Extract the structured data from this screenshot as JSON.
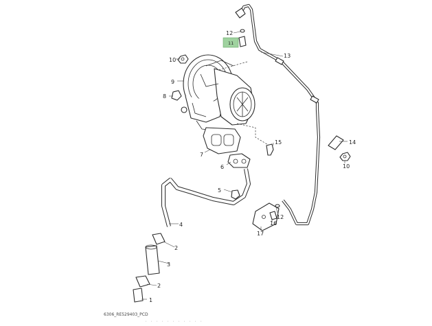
{
  "diagram": {
    "callouts": [
      "1",
      "2",
      "2",
      "3",
      "4",
      "5",
      "6",
      "7",
      "8",
      "9",
      "10",
      "10",
      "11",
      "12",
      "12",
      "13",
      "14",
      "15",
      "16",
      "17"
    ],
    "highlight_color": "#9fd29f",
    "footer_id": "6306_RE529403_PCD",
    "footer_dots": "· · · · · · · · · · ·"
  }
}
